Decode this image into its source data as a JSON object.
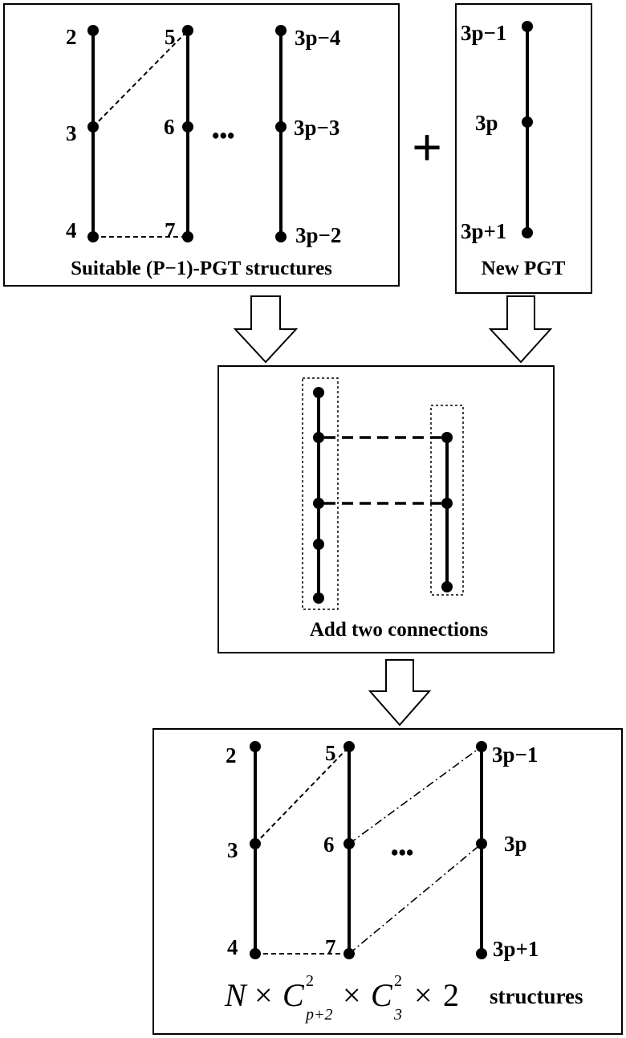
{
  "top_left_panel": {
    "caption": "Suitable (P−1)-PGT structures",
    "labels": {
      "n2": "2",
      "n3": "3",
      "n4": "4",
      "n5": "5",
      "n6": "6",
      "n7": "7",
      "ellipsis": "•••",
      "a": "3p−4",
      "b": "3p−3",
      "c": "3p−2"
    }
  },
  "plus_sign": "+",
  "top_right_panel": {
    "caption": "New PGT",
    "labels": {
      "a": "3p−1",
      "b": "3p",
      "c": "3p+1"
    }
  },
  "middle_panel": {
    "caption": "Add two connections"
  },
  "bottom_panel": {
    "labels": {
      "n2": "2",
      "n3": "3",
      "n4": "4",
      "n5": "5",
      "n6": "6",
      "n7": "7",
      "ellipsis": "•••",
      "a": "3p−1",
      "b": "3p",
      "c": "3p+1"
    },
    "formula": {
      "N": "N",
      "times": "×",
      "C": "C",
      "sup1": "2",
      "sub1": "p+2",
      "sup2": "2",
      "sub2": "3",
      "two": "2",
      "suffix": "structures"
    }
  }
}
